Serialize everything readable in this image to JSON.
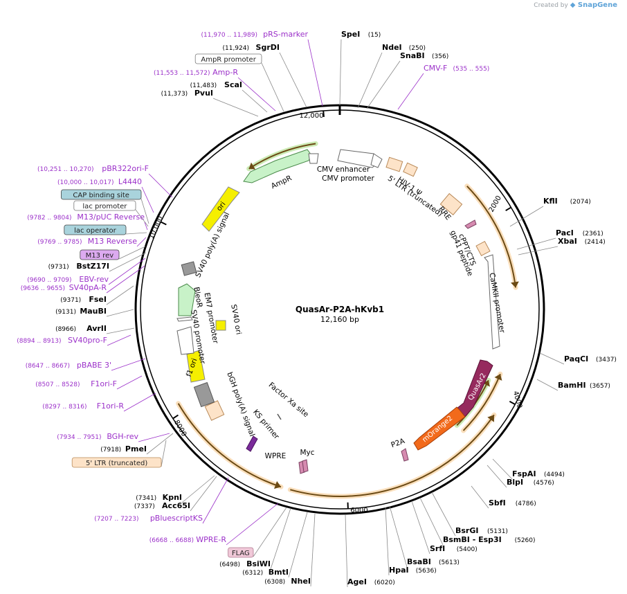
{
  "credit": {
    "prefix": "Created by",
    "brand": "SnapGene"
  },
  "plasmid": {
    "name": "QuasAr-P2A-hKvb1",
    "size": "12,160 bp"
  },
  "colors": {
    "enzyme": "#000000",
    "primer": "#9b30c9",
    "backbone": "#000000"
  },
  "ticks": [
    {
      "label": "2000",
      "bp": 2000
    },
    {
      "label": "4000",
      "bp": 4000
    },
    {
      "label": "6000",
      "bp": 6000
    },
    {
      "label": "8000",
      "bp": 8000
    },
    {
      "label": "10,000",
      "bp": 10000
    },
    {
      "label": "12,000",
      "bp": 12000
    }
  ],
  "sites_right": [
    {
      "name": "SpeI",
      "pos": "(15)"
    },
    {
      "name": "NdeI",
      "pos": "(250)"
    },
    {
      "name": "SnaBI",
      "pos": "(356)"
    },
    {
      "name": "CMV-F",
      "pos": "(535 .. 555)",
      "primer": true
    },
    {
      "name": "KflI",
      "pos": "(2074)"
    },
    {
      "name": "PacI",
      "pos": "(2361)"
    },
    {
      "name": "XbaI",
      "pos": "(2414)"
    },
    {
      "name": "PaqCI",
      "pos": "(3437)"
    },
    {
      "name": "BamHI",
      "pos": "(3657)"
    },
    {
      "name": "FspAI",
      "pos": "(4494)"
    },
    {
      "name": "BlpI",
      "pos": "(4576)"
    },
    {
      "name": "SbfI",
      "pos": "(4786)"
    },
    {
      "name": "BsrGI",
      "pos": "(5131)"
    },
    {
      "name": "BsmBI - Esp3I",
      "pos": "(5260)"
    },
    {
      "name": "SrfI",
      "pos": "(5400)"
    },
    {
      "name": "BsaBI",
      "pos": "(5613)"
    },
    {
      "name": "HpaI",
      "pos": "(5636)"
    },
    {
      "name": "AgeI",
      "pos": "(6020)"
    }
  ],
  "sites_left": [
    {
      "name": "pRS-marker",
      "pos": "(11,970 .. 11,989)",
      "primer": true
    },
    {
      "name": "SgrDI",
      "pos": "(11,924)"
    },
    {
      "name": "AmpR promoter",
      "box": "white"
    },
    {
      "name": "Amp-R",
      "pos": "(11,553 .. 11,572)",
      "primer": true
    },
    {
      "name": "ScaI",
      "pos": "(11,483)"
    },
    {
      "name": "PvuI",
      "pos": "(11,373)"
    },
    {
      "name": "pBR322ori-F",
      "pos": "(10,251 .. 10,270)",
      "primer": true
    },
    {
      "name": "L4440",
      "pos": "(10,000 .. 10,017)",
      "primer": true
    },
    {
      "name": "CAP binding site",
      "box": "teal"
    },
    {
      "name": "lac promoter",
      "box": "white"
    },
    {
      "name": "M13/pUC Reverse",
      "pos": "(9782 .. 9804)",
      "primer": true
    },
    {
      "name": "lac operator",
      "box": "teal"
    },
    {
      "name": "M13 Reverse",
      "pos": "(9769 .. 9785)",
      "primer": true
    },
    {
      "name": "M13 rev",
      "box": "purple"
    },
    {
      "name": "BstZ17I",
      "pos": "(9731)"
    },
    {
      "name": "EBV-rev",
      "pos": "(9690 .. 9709)",
      "primer": true
    },
    {
      "name": "SV40pA-R",
      "pos": "(9636 .. 9655)",
      "primer": true
    },
    {
      "name": "FseI",
      "pos": "(9371)"
    },
    {
      "name": "MauBI",
      "pos": "(9131)"
    },
    {
      "name": "AvrII",
      "pos": "(8966)"
    },
    {
      "name": "SV40pro-F",
      "pos": "(8894 .. 8913)",
      "primer": true
    },
    {
      "name": "pBABE 3'",
      "pos": "(8647 .. 8667)",
      "primer": true
    },
    {
      "name": "F1ori-F",
      "pos": "(8507 .. 8528)",
      "primer": true
    },
    {
      "name": "F1ori-R",
      "pos": "(8297 .. 8316)",
      "primer": true
    },
    {
      "name": "BGH-rev",
      "pos": "(7934 .. 7951)",
      "primer": true
    },
    {
      "name": "PmeI",
      "pos": "(7918)"
    },
    {
      "name": "5' LTR (truncated)",
      "box": "orange"
    },
    {
      "name": "KpnI",
      "pos": "(7341)"
    },
    {
      "name": "Acc65I",
      "pos": "(7337)"
    },
    {
      "name": "pBluescriptKS",
      "pos": "(7207 .. 7223)",
      "primer": true
    },
    {
      "name": "WPRE-R",
      "pos": "(6668 .. 6688)",
      "primer": true
    },
    {
      "name": "FLAG",
      "box": "pink"
    },
    {
      "name": "BsiWI",
      "pos": "(6498)"
    },
    {
      "name": "BmtI",
      "pos": "(6312)"
    },
    {
      "name": "NheI",
      "pos": "(6308)"
    }
  ],
  "features": {
    "cmv_enhancer": "CMV enhancer",
    "cmv_promoter": "CMV promoter",
    "hiv_psi": "HIV-1 Ψ",
    "ltr5": "5' LTR (truncated)",
    "rre": "RRE",
    "cppt": "cPPT/CTS",
    "gp41": "gp41 peptide",
    "camkii": "CaMKII promoter",
    "quasar": "QuasAr2",
    "morange": "mOrange2",
    "p2a": "P2A",
    "myc": "Myc",
    "wpre": "WPRE",
    "ks_primer": "KS primer",
    "factor_xa": "Factor Xa site",
    "bgh": "bGH poly(A) signal",
    "f1ori": "f1 ori",
    "sv40_promoter": "SV40 promoter",
    "em7": "EM7 promoter",
    "bleor": "BleoR",
    "sv40_ori": "SV40 ori",
    "sv40_polya": "SV40 poly(A) signal",
    "ori": "ori",
    "ampr": "AmpR"
  }
}
